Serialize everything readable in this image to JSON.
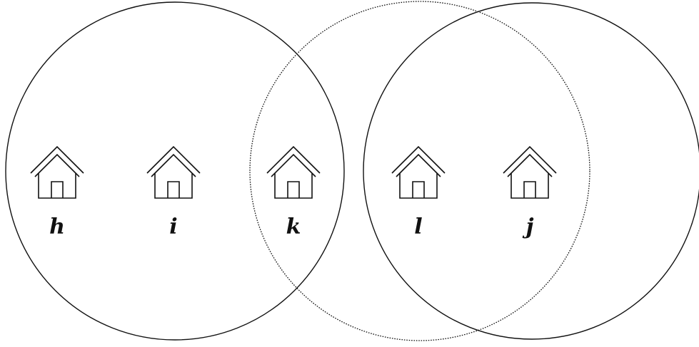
{
  "diagram": {
    "circles": [
      {
        "id": "left-circle",
        "style": "solid"
      },
      {
        "id": "middle-circle",
        "style": "dotted"
      },
      {
        "id": "right-circle",
        "style": "solid"
      }
    ],
    "houses": [
      {
        "id": "h",
        "label": "h",
        "icon": "house-icon"
      },
      {
        "id": "i",
        "label": "i",
        "icon": "house-icon"
      },
      {
        "id": "k",
        "label": "k",
        "icon": "house-icon"
      },
      {
        "id": "l",
        "label": "l",
        "icon": "house-icon"
      },
      {
        "id": "j",
        "label": "j",
        "icon": "house-icon"
      }
    ]
  }
}
